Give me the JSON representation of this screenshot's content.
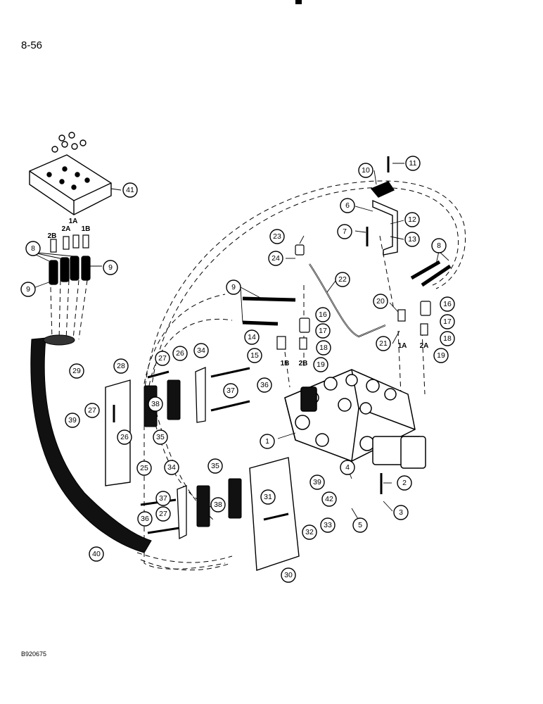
{
  "page_number": "8-56",
  "document_code": "B920675",
  "callouts": [
    "1",
    "2",
    "3",
    "4",
    "5",
    "6",
    "7",
    "8",
    "9",
    "10",
    "11",
    "12",
    "13",
    "14",
    "15",
    "16",
    "17",
    "18",
    "19",
    "20",
    "21",
    "22",
    "23",
    "24",
    "25",
    "26",
    "27",
    "28",
    "29",
    "30",
    "31",
    "32",
    "33",
    "34",
    "35",
    "36",
    "37",
    "38",
    "39",
    "40",
    "41",
    "42"
  ],
  "port_labels": [
    "2B",
    "2A",
    "1A",
    "1B"
  ]
}
